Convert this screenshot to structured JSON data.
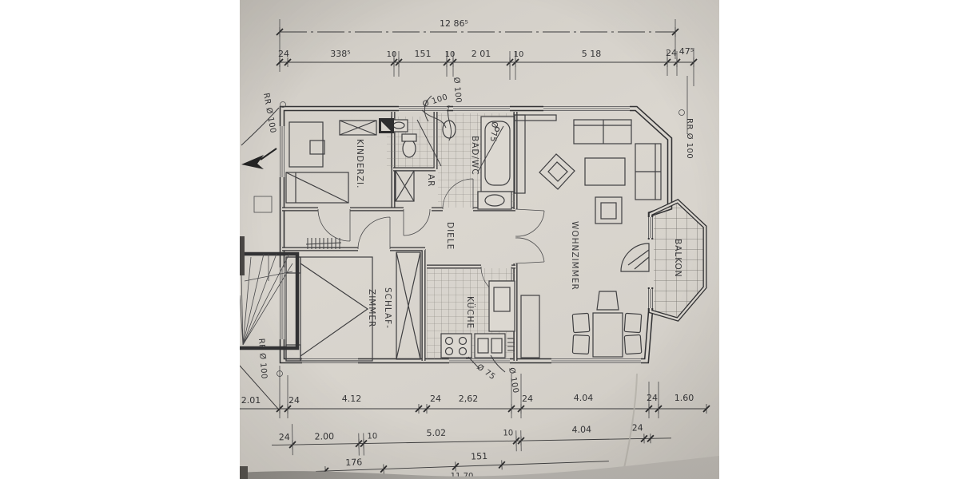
{
  "photo": {
    "paper_color": "#d8d4cd",
    "ink_color": "#3b3b3c"
  },
  "dimensions": {
    "top_total": "12 86⁵",
    "top_row": [
      "24",
      "338⁵",
      "10",
      "151",
      "10",
      "2 01",
      "10",
      "5 18",
      "24",
      "47⁵"
    ],
    "bottom_row1": [
      "2.01",
      "24",
      "4.12",
      "24",
      "2,62",
      "24",
      "4.04",
      "24",
      "1.60"
    ],
    "bottom_row2": [
      "24",
      "2.00",
      "10",
      "5.02",
      "10",
      "4.04",
      "24"
    ],
    "bottom_row3": [
      "176",
      "151"
    ],
    "bottom_partial": "11 70"
  },
  "pipes": {
    "rr_top_left": "RR Ø 100",
    "rr_bottom_left": "RR Ø 100",
    "rr_right": "RR Ø 100",
    "top1": "Ø 100",
    "top2": "Ø 100",
    "bath": "Ø 75",
    "bottom1": "Ø 75",
    "bottom2": "Ø 100"
  },
  "rooms": {
    "kinderzimmer": "KINDERZI.",
    "ar": "AR",
    "bad": "BAD/WC",
    "diele": "DIELE",
    "schlaf1": "SCHLAF-",
    "schlaf2": "ZIMMER",
    "kueche": "KÜCHE",
    "wohnzimmer": "WOHNZIMMER",
    "balkon": "BALKON"
  }
}
